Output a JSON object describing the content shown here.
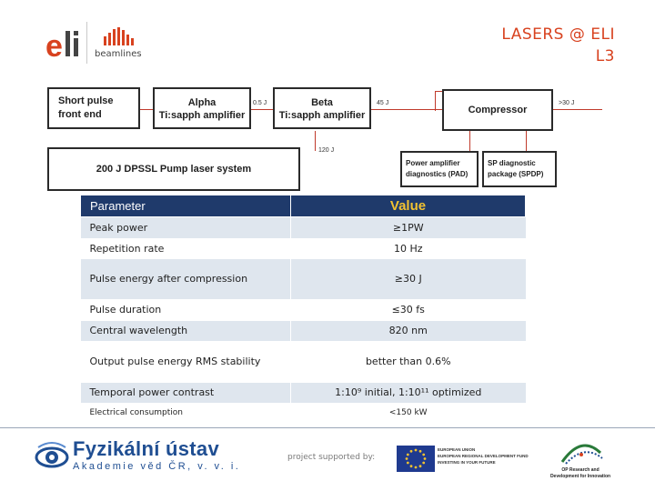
{
  "header": {
    "eli_logo": "eli",
    "beamlines_text": "beamlines",
    "title_line1": "LASERS @ ELI",
    "title_line2": "L3"
  },
  "diagram": {
    "short_pulse": "Short pulse front end",
    "alpha_line1": "Alpha",
    "alpha_line2": "Ti:sapph amplifier",
    "label_05j": "0.5 J",
    "beta_line1": "Beta",
    "beta_line2": "Ti:sapph amplifier",
    "label_45j": "45 J",
    "compressor": "Compressor",
    "label_30j": ">30 J",
    "label_120j": "120 J",
    "pump": "200 J DPSSL Pump laser system",
    "pad_line1": "Power amplifier",
    "pad_line2": "diagnostics (PAD)",
    "spdp_line1": "SP diagnostic",
    "spdp_line2": "package (SPDP)"
  },
  "table": {
    "header": {
      "parameter": "Parameter",
      "value": "Value"
    },
    "rows": [
      {
        "param": "Peak power",
        "value": "≥1PW"
      },
      {
        "param": "Repetition rate",
        "value": "10 Hz"
      },
      {
        "param": "Pulse energy after compression",
        "value": "≥30 J"
      },
      {
        "param": "Pulse duration",
        "value": "≤30 fs"
      },
      {
        "param": "Central wavelength",
        "value": "820 nm"
      },
      {
        "param": "Output pulse energy RMS stability",
        "value": "better than 0.6%"
      },
      {
        "param": "Temporal power contrast",
        "value": "1:10⁹ initial, 1:10¹¹ optimized"
      },
      {
        "param": "Electrical consumption",
        "value": "<150 kW"
      }
    ]
  },
  "footer": {
    "fz_title": "Fyzikální ústav",
    "fz_subtitle": "Akademie věd ČR, v. v. i.",
    "project_supported": "project supported by:",
    "eu_line1": "EUROPEAN UNION",
    "eu_line2": "EUROPEAN REGIONAL DEVELOPMENT FUND",
    "eu_line3": "INVESTING IN YOUR FUTURE",
    "op_line1": "OP Research and",
    "op_line2": "Development for Innovation"
  },
  "colors": {
    "accent": "#d8421f",
    "table_header": "#1f3a6b",
    "value_header": "#f2c230",
    "row_alt": "#dfe6ee",
    "arrow": "#c03a2b"
  }
}
